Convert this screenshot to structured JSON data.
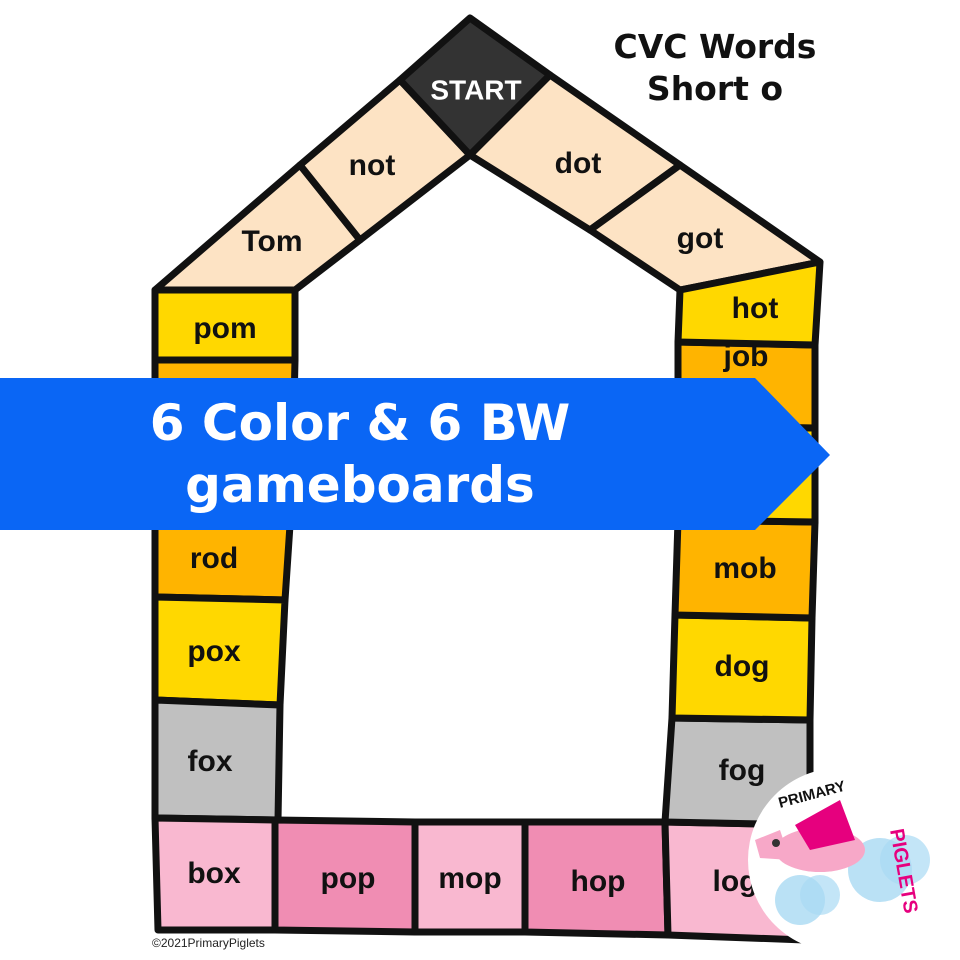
{
  "title": {
    "line1": "CVC Words",
    "line2": "Short o"
  },
  "banner": {
    "line1": "6 Color & 6 BW",
    "line2": "gameboards",
    "color": "#0a66f5"
  },
  "colors": {
    "peach": "#fde3c4",
    "yellow": "#ffd800",
    "orange": "#ffb400",
    "gray": "#c0c0c0",
    "light_pink": "#f9b8d0",
    "dark_pink": "#f08db3",
    "start": "#333333"
  },
  "tiles": {
    "start": "START",
    "not": "not",
    "tom": "Tom",
    "dot": "dot",
    "got": "got",
    "pom": "pom",
    "rod": "rod",
    "pox": "pox",
    "fox": "fox",
    "box": "box",
    "pop": "pop",
    "mop": "mop",
    "hop": "hop",
    "log": "log",
    "fog": "fog",
    "dog": "dog",
    "mob": "mob",
    "job": "job",
    "hot": "hot"
  },
  "logo": {
    "text1": "PRIMARY",
    "text2": "PIGLETS"
  },
  "copyright": "©2021PrimaryPiglets"
}
